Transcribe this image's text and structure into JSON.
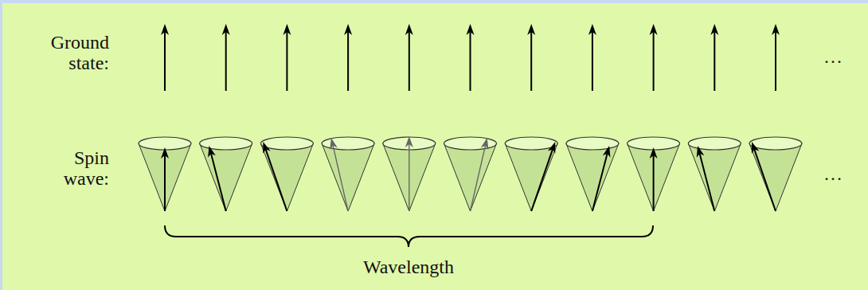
{
  "diagram": {
    "labels": [
      "Ground state:",
      "…",
      "Spin wave:",
      "…",
      "Wavelength"
    ]
  }
}
